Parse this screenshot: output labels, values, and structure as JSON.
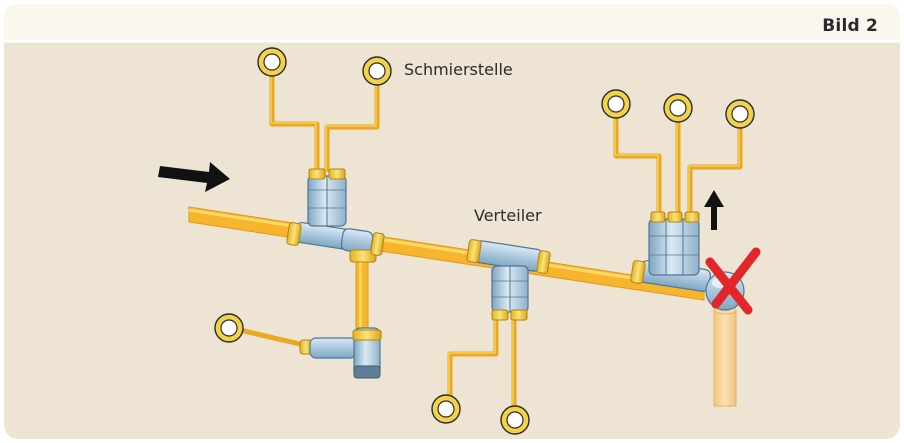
{
  "figure": {
    "title": "Bild 2",
    "labels": {
      "lubrication_point": "Schmierstelle",
      "distributor": "Verteiler"
    }
  },
  "colors": {
    "panel_background": "#ede4d3",
    "header_bar": "#fbf7ee",
    "pipe": "#f6b52c",
    "fitting": "#a9c7dd",
    "ring": "#f3d24a",
    "arrow": "#111111",
    "cross": "#e3262a"
  },
  "icons": {
    "flow_arrow": "right-arrow-icon",
    "up_arrow": "up-arrow-icon",
    "blocked_outlet": "red-x-icon",
    "lubrication_point": "grease-ring-icon"
  }
}
